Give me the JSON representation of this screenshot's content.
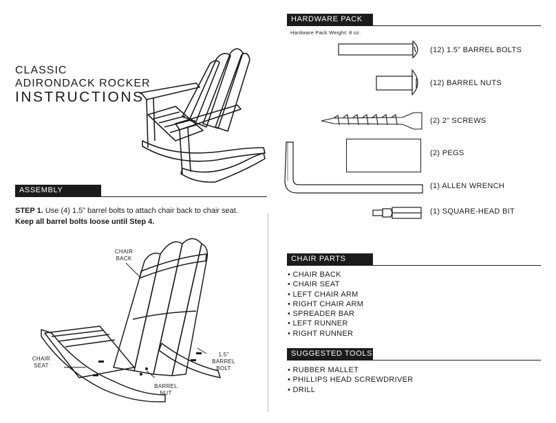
{
  "title": {
    "line1": "CLASSIC",
    "line2": "ADIRONDACK ROCKER",
    "line3": "INSTRUCTIONS"
  },
  "assembly": {
    "heading": "ASSEMBLY",
    "step_label": "STEP 1.",
    "step_text": " Use (4) 1.5” barrel bolts to attach chair back to chair seat. ",
    "step_bold": "Keep all barrel bolts loose until Step 4.",
    "callouts": {
      "chair_back": "CHAIR\nBACK",
      "chair_seat": "CHAIR\nSEAT",
      "barrel_bolt": "1.5”\nBARREL\nBOLT",
      "barrel_nut": "BARREL\nNUT"
    }
  },
  "hardware": {
    "heading": "HARDWARE PACK",
    "weight": "Hardware Pack Weight: 8 oz.",
    "items": [
      {
        "label": "(12) 1.5” BARREL BOLTS",
        "icon": "barrel-bolt-icon"
      },
      {
        "label": "(12) BARREL NUTS",
        "icon": "barrel-nut-icon"
      },
      {
        "label": "(2) 2” SCREWS",
        "icon": "screw-icon"
      },
      {
        "label": "(2) PEGS",
        "icon": "peg-icon"
      },
      {
        "label": "(1) ALLEN WRENCH",
        "icon": "allen-wrench-icon"
      },
      {
        "label": "(1) SQUARE-HEAD BIT",
        "icon": "square-head-bit-icon"
      }
    ]
  },
  "chair_parts": {
    "heading": "CHAIR PARTS",
    "items": [
      "CHAIR BACK",
      "CHAIR SEAT",
      "LEFT CHAIR ARM",
      "RIGHT CHAIR ARM",
      "SPREADER BAR",
      "LEFT RUNNER",
      "RIGHT RUNNER"
    ]
  },
  "tools": {
    "heading": "SUGGESTED TOOLS",
    "items": [
      "RUBBER MALLET",
      "PHILLIPS HEAD SCREWDRIVER",
      "DRILL"
    ]
  }
}
